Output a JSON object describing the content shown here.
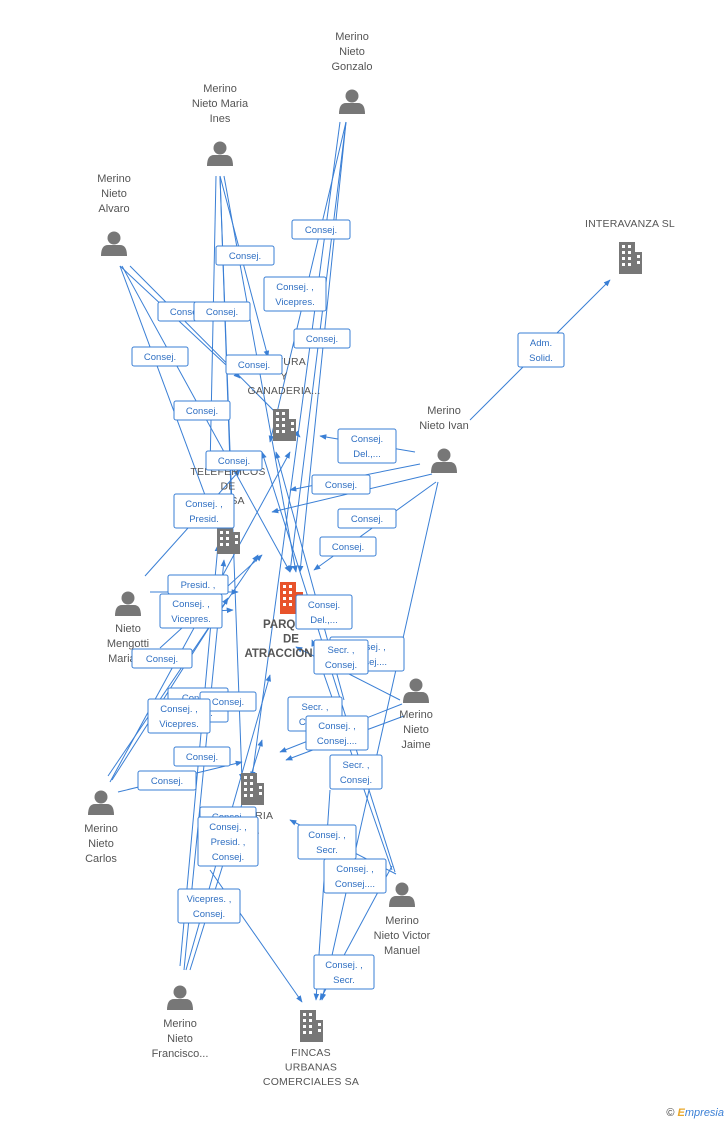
{
  "people": [
    {
      "id": "gonzalo",
      "label": [
        "Merino",
        "Nieto",
        "Gonzalo"
      ]
    },
    {
      "id": "ines",
      "label": [
        "Merino",
        "Nieto Maria",
        "Ines"
      ]
    },
    {
      "id": "alvaro",
      "label": [
        "Merino",
        "Nieto",
        "Alvaro"
      ]
    },
    {
      "id": "ivan",
      "label": [
        "Merino",
        "Nieto Ivan"
      ]
    },
    {
      "id": "mengotti",
      "label": [
        "Nieto",
        "Mengotti",
        "Maria ..."
      ]
    },
    {
      "id": "jaime",
      "label": [
        "Merino",
        "Nieto",
        "Jaime"
      ]
    },
    {
      "id": "carlos",
      "label": [
        "Merino",
        "Nieto",
        "Carlos"
      ]
    },
    {
      "id": "victor",
      "label": [
        "Merino",
        "Nieto Victor",
        "Manuel"
      ]
    },
    {
      "id": "francisco",
      "label": [
        "Merino",
        "Nieto",
        "Francisco..."
      ]
    }
  ],
  "companies": [
    {
      "id": "interavanza",
      "label": [
        "INTERAVANZA SL"
      ],
      "main": false
    },
    {
      "id": "agricultura",
      "label": [
        "...LTURA",
        "Y",
        "GANADERIA..."
      ],
      "main": false
    },
    {
      "id": "telefericos",
      "label": [
        "TELEFERICOS",
        "DE",
        "...A SA"
      ],
      "main": false
    },
    {
      "id": "parques",
      "label": [
        "PARQUES",
        "DE",
        "ATRACCIONES..."
      ],
      "main": true
    },
    {
      "id": "inmobiliaria",
      "label": [
        "...NARIA",
        "SA"
      ],
      "main": false
    },
    {
      "id": "fincas",
      "label": [
        "FINCAS",
        "URBANAS",
        "COMERCIALES SA"
      ],
      "main": false
    }
  ],
  "roles": [
    {
      "lines": [
        "Consej."
      ]
    },
    {
      "lines": [
        "Consej."
      ]
    },
    {
      "lines": [
        "Consej. ,",
        "Vicepres."
      ]
    },
    {
      "lines": [
        "Consej."
      ]
    },
    {
      "lines": [
        "Consej."
      ]
    },
    {
      "lines": [
        "Consej."
      ]
    },
    {
      "lines": [
        "Consej."
      ]
    },
    {
      "lines": [
        "Consej."
      ]
    },
    {
      "lines": [
        "Adm.",
        "Solid."
      ]
    },
    {
      "lines": [
        "Consej."
      ]
    },
    {
      "lines": [
        "Consej.",
        "Del.,..."
      ]
    },
    {
      "lines": [
        "Consej."
      ]
    },
    {
      "lines": [
        "Consej."
      ]
    },
    {
      "lines": [
        "Consej. ,",
        "Presid."
      ]
    },
    {
      "lines": [
        "Consej."
      ]
    },
    {
      "lines": [
        "Consej."
      ]
    },
    {
      "lines": [
        "Presid. ,"
      ]
    },
    {
      "lines": [
        "Consej. ,",
        "Vicepres."
      ]
    },
    {
      "lines": [
        "Consej.",
        "Del.,..."
      ]
    },
    {
      "lines": [
        "Consej. ,",
        "Consej...."
      ]
    },
    {
      "lines": [
        "Secr. ,",
        "Consej."
      ]
    },
    {
      "lines": [
        "Consej."
      ]
    },
    {
      "lines": [
        "Consej.",
        "Presid."
      ]
    },
    {
      "lines": [
        "Consej."
      ]
    },
    {
      "lines": [
        "Consej. ,",
        "Vicepres."
      ]
    },
    {
      "lines": [
        "Secr. ,",
        "Consej."
      ]
    },
    {
      "lines": [
        "Consej. ,",
        "Consej...."
      ]
    },
    {
      "lines": [
        "Consej."
      ]
    },
    {
      "lines": [
        "Consej."
      ]
    },
    {
      "lines": [
        "Secr. ,",
        "Consej."
      ]
    },
    {
      "lines": [
        "Consej."
      ]
    },
    {
      "lines": [
        "Consej. ,",
        "Presid. ,",
        "Consej."
      ]
    },
    {
      "lines": [
        "Consej. ,",
        "Secr."
      ]
    },
    {
      "lines": [
        "Consej. ,",
        "Consej...."
      ]
    },
    {
      "lines": [
        "Vicepres. ,",
        "Consej."
      ]
    },
    {
      "lines": [
        "Consej. ,",
        "Secr."
      ]
    }
  ],
  "footer": {
    "copyright": "©",
    "brand_e": "E",
    "brand_rest": "mpresia"
  }
}
